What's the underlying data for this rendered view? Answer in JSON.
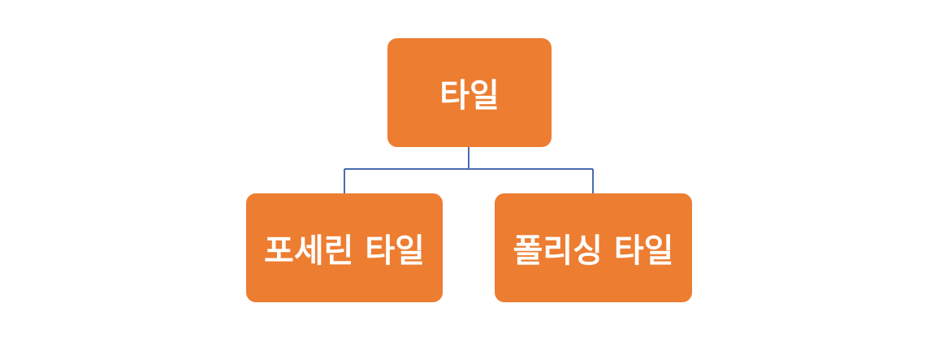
{
  "diagram": {
    "type": "hierarchy",
    "node_color": "#ED7D31",
    "text_color": "#FFFFFF",
    "connector_color": "#4A6BAE",
    "root": {
      "label": "타일"
    },
    "children": [
      {
        "label": "포세린 타일"
      },
      {
        "label": "폴리싱 타일"
      }
    ]
  }
}
